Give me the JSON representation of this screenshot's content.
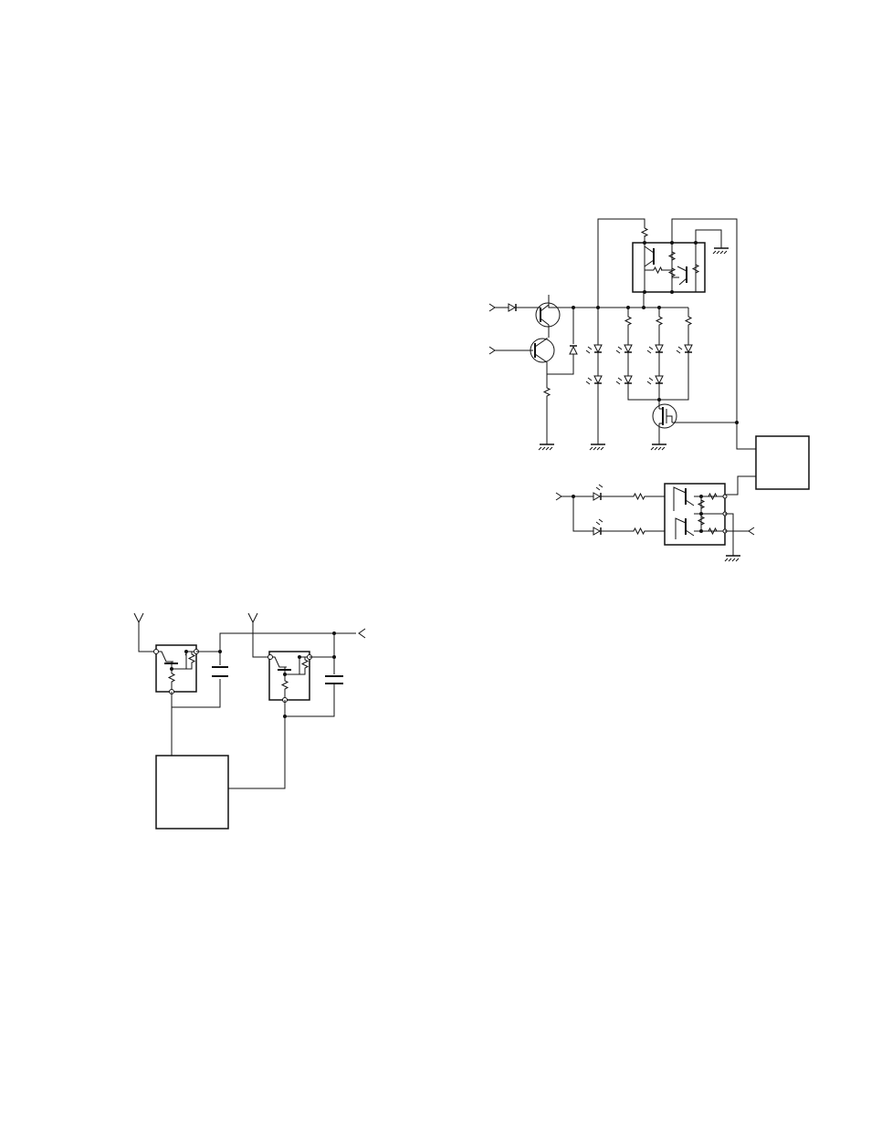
{
  "page": {
    "background": "#ffffff",
    "line_color": "#111111"
  },
  "diagrams": [
    {
      "name": "led-driver-schematic",
      "labels": []
    },
    {
      "name": "optocoupler-input-schematic",
      "labels": []
    },
    {
      "name": "relay-capacitor-schematic",
      "labels": []
    }
  ]
}
